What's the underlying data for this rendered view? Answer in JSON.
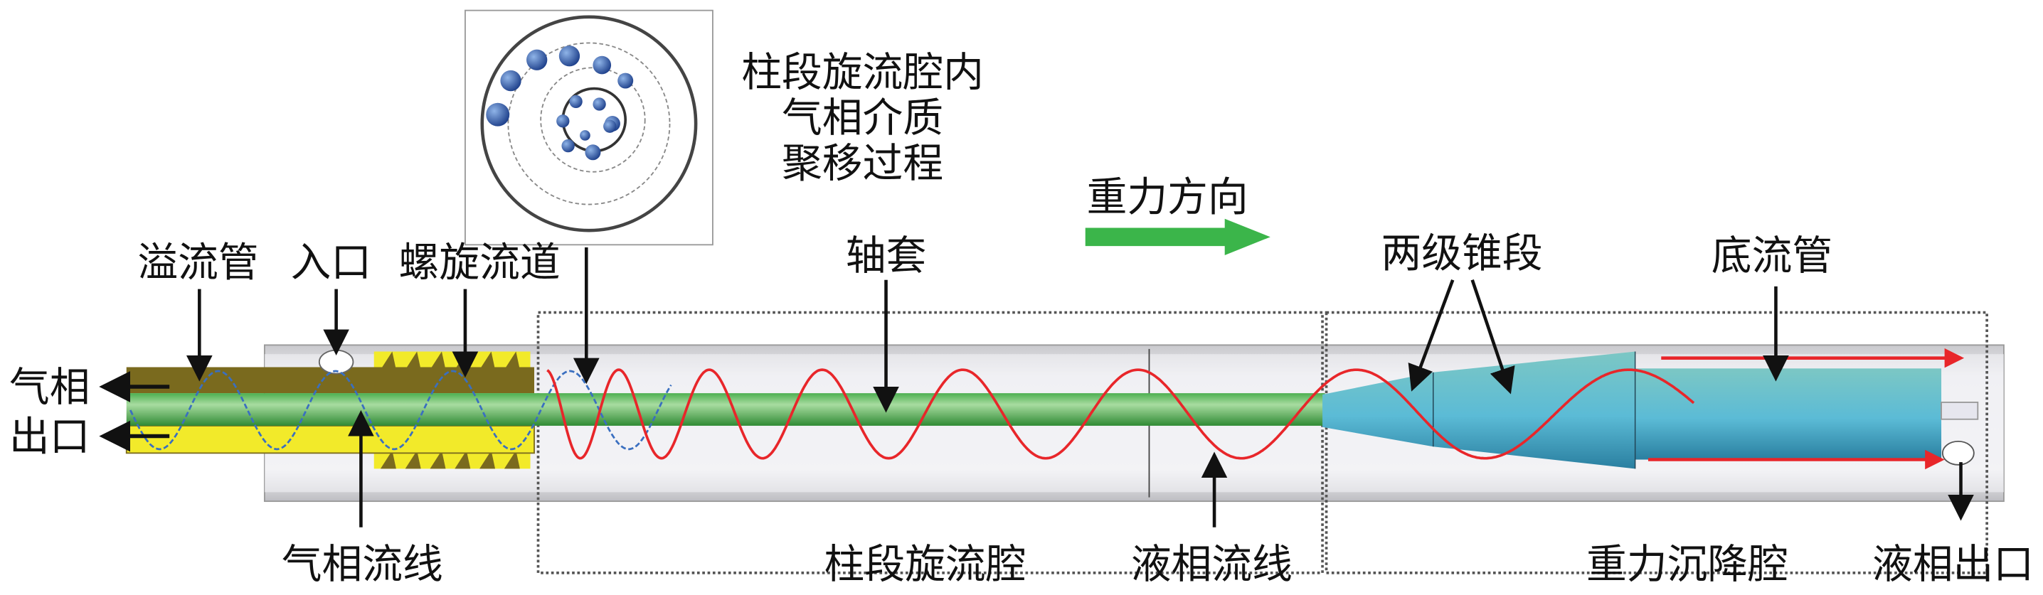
{
  "inset_caption": [
    "柱段旋流腔内",
    "气相介质",
    "聚移过程"
  ],
  "gravity_label": "重力方向",
  "labels_top": {
    "overflow_pipe": "溢流管",
    "inlet": "入口",
    "spiral_channel": "螺旋流道",
    "sleeve": "轴套",
    "two_stage_cone": "两级锥段",
    "underflow_pipe": "底流管"
  },
  "labels_left": {
    "gas_line1": "气相",
    "gas_line2": "出口"
  },
  "labels_bottom": {
    "gas_streamline": "气相流线",
    "column_cyclone_chamber": "柱段旋流腔",
    "liquid_streamline": "液相流线",
    "gravity_settling_chamber": "重力沉降腔",
    "liquid_outlet": "液相出口"
  },
  "colors": {
    "rod": "#6fc46f",
    "overflow_dark": "#7a6a1e",
    "spiral_yellow": "#f2ea2a",
    "cone": "#4ab3c9",
    "liquid_stream": "#e8262a",
    "gas_stream": "#3a6fc0",
    "gravity_arrow": "#3bb54a"
  }
}
